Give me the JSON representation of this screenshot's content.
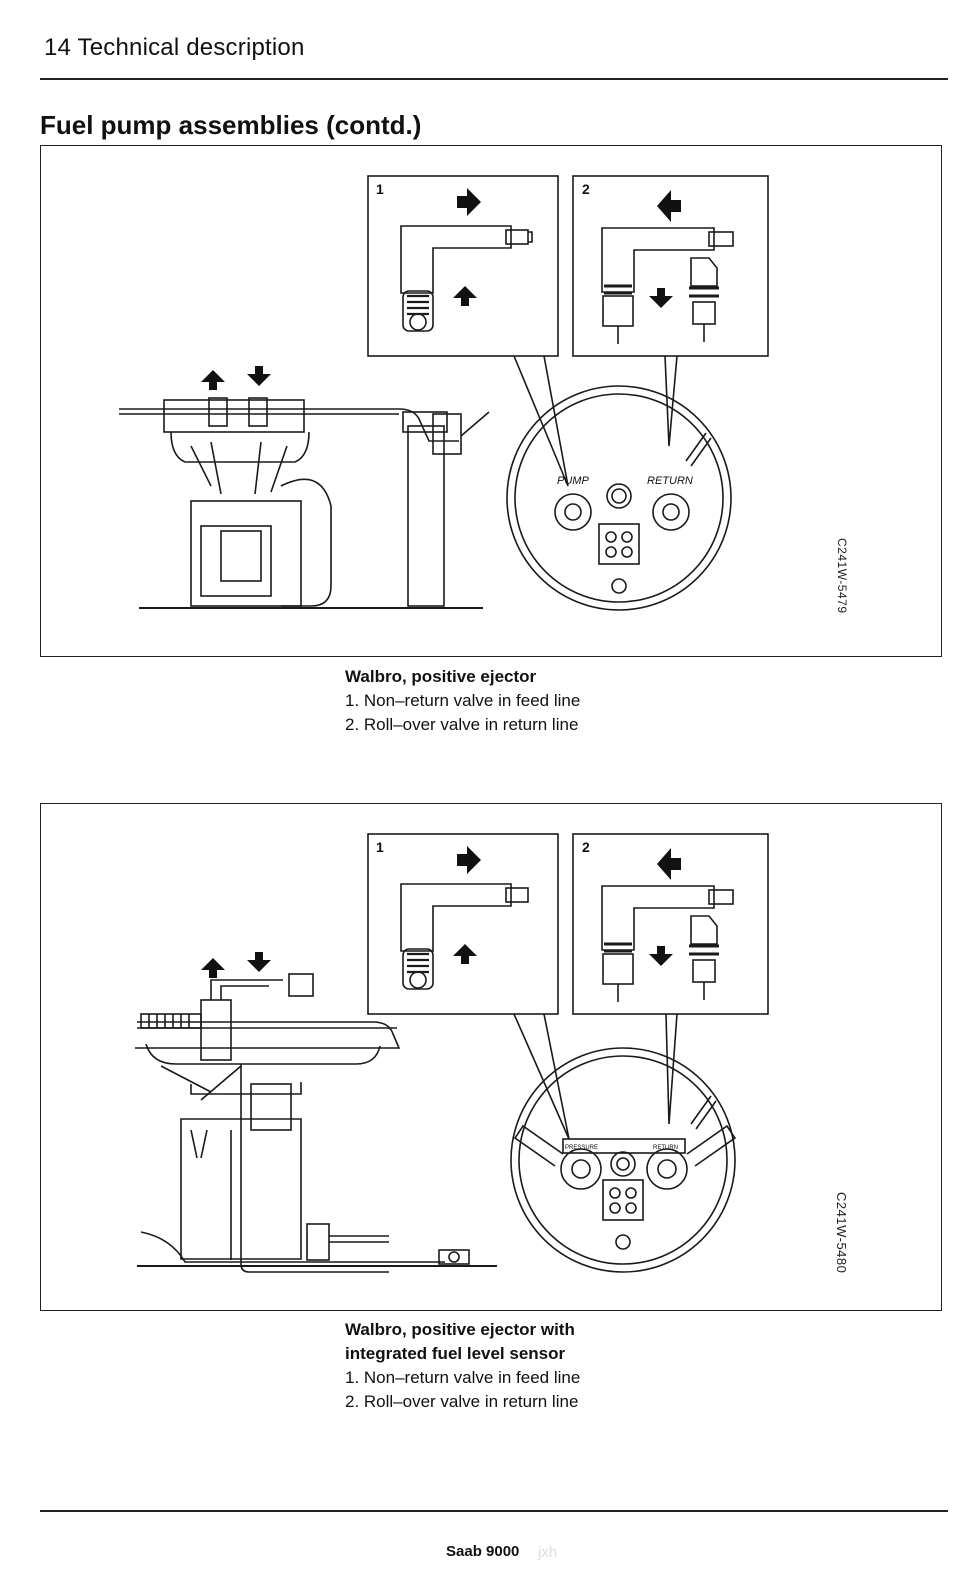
{
  "header": {
    "title": "14 Technical description"
  },
  "section": {
    "title": "Fuel pump assemblies (contd.)"
  },
  "figures": [
    {
      "code": "C241W-5479",
      "inset_numbers": [
        "1",
        "2"
      ],
      "port_labels": [
        "PUMP",
        "RETURN"
      ],
      "caption": {
        "title": "Walbro, positive ejector",
        "items": [
          "1. Non–return valve in feed line",
          "2. Roll–over valve in return line"
        ]
      }
    },
    {
      "code": "C241W-5480",
      "inset_numbers": [
        "1",
        "2"
      ],
      "port_labels": [
        "PRESSURE",
        "RETURN"
      ],
      "caption": {
        "title_line1": "Walbro, positive ejector with",
        "title_line2": "integrated fuel level sensor",
        "items": [
          "1. Non–return valve in feed line",
          "2. Roll–over valve in return line"
        ]
      }
    }
  ],
  "footer": {
    "text": "Saab 9000",
    "watermark": "jxh"
  }
}
